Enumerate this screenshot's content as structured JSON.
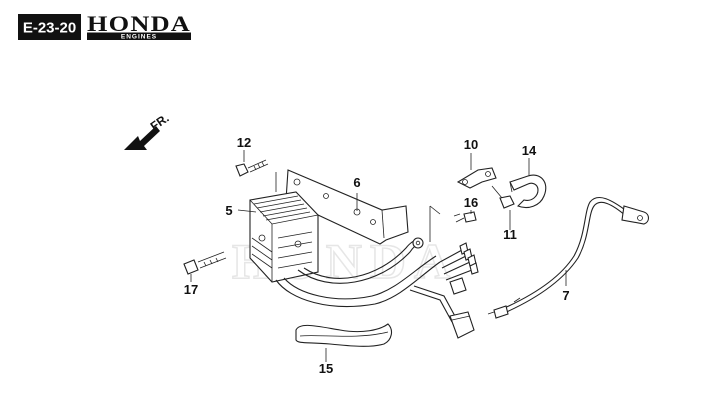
{
  "header": {
    "diagram_code": "E-23-20",
    "brand": "HONDA",
    "brand_sub": "ENGINES"
  },
  "watermark": "HONDA",
  "direction_label": "FR.",
  "callouts": [
    {
      "id": "5",
      "label": "5"
    },
    {
      "id": "6",
      "label": "6"
    },
    {
      "id": "7",
      "label": "7"
    },
    {
      "id": "10",
      "label": "10"
    },
    {
      "id": "11",
      "label": "11"
    },
    {
      "id": "12",
      "label": "12"
    },
    {
      "id": "14",
      "label": "14"
    },
    {
      "id": "15",
      "label": "15"
    },
    {
      "id": "16",
      "label": "16"
    },
    {
      "id": "17",
      "label": "17"
    }
  ],
  "colors": {
    "ink": "#222222",
    "badge": "#111111",
    "watermark": "#e6e6e6"
  }
}
